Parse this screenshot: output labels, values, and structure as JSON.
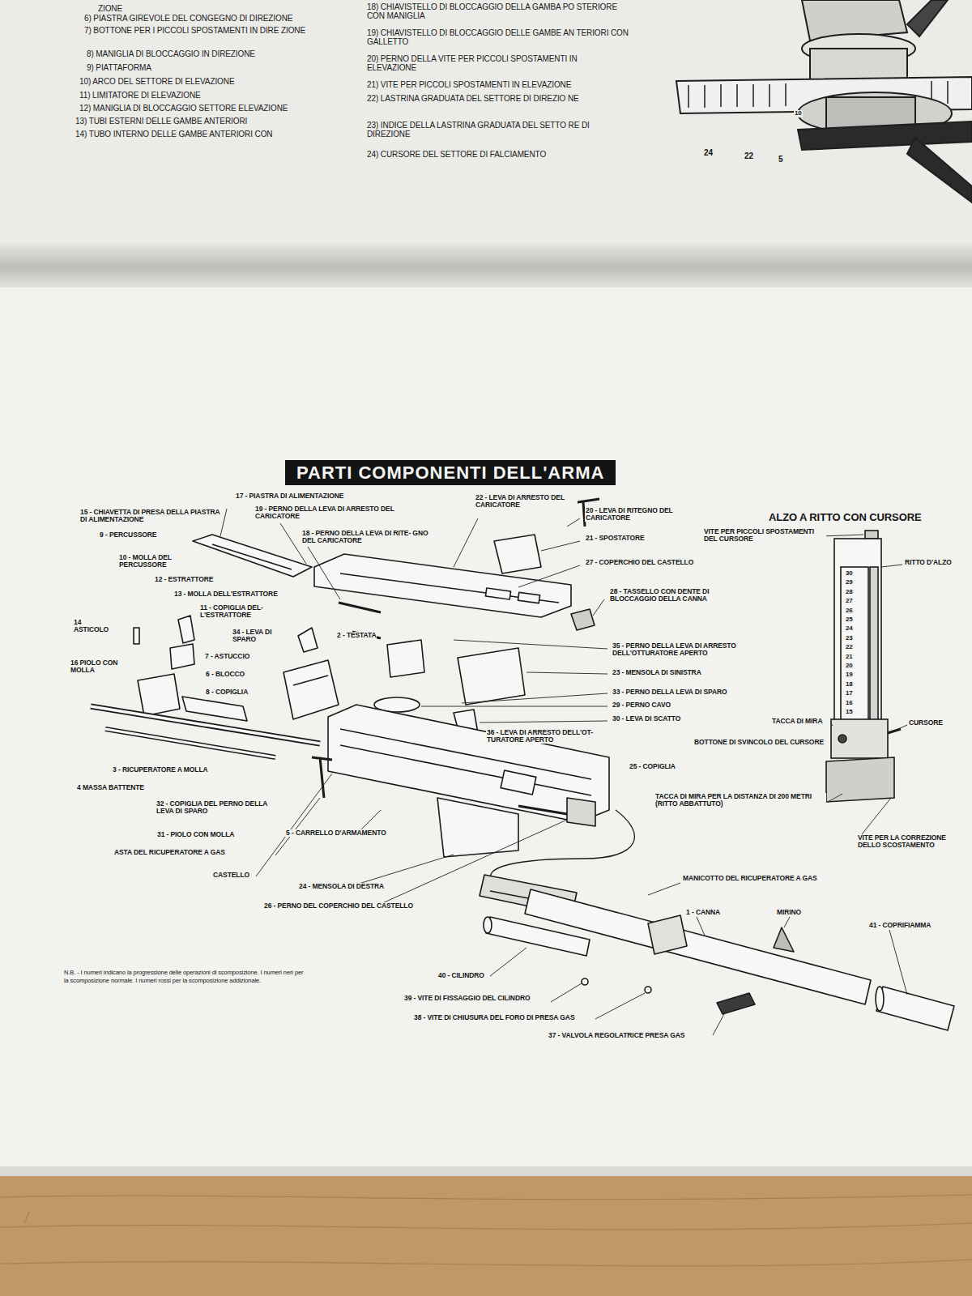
{
  "diagram": {
    "title": "PARTI COMPONENTI DELL'ARMA",
    "labels": [
      "ZIONE",
      "6) PIASTRA GIREVOLE DEL CONGEGNO DI DIREZIONE",
      "7) BOTTONE PER I PICCOLI SPOSTAMENTI IN DIRE ZIONE",
      "8) MANIGLIA DI BLOCCAGGIO IN DIREZIONE",
      "9) PIATTAFORMA",
      "10) ARCO DEL SETTORE DI ELEVAZIONE",
      "11) LIMITATORE DI ELEVAZIONE",
      "12) MANIGLIA DI BLOCCAGGIO SETTORE ELEVAZIONE",
      "13) TUBI ESTERNI DELLE GAMBE ANTERIORI",
      "14) TUBO INTERNO DELLE GAMBE ANTERIORI CON",
      "18) CHIAVISTELLO DI BLOCCAGGIO DELLA GAMBA PO STERIORE CON MANIGLIA",
      "19) CHIAVISTELLO DI BLOCCAGGIO DELLE GAMBE AN TERIORI CON GALLETTO",
      "20) PERNO DELLA VITE PER PICCOLI SPOSTAMENTI IN ELEVAZIONE",
      "21) VITE PER PICCOLI SPOSTAMENTI IN ELEVAZIONE",
      "22) LASTRINA GRADUATA DEL SETTORE DI DIREZIO NE",
      "23) INDICE DELLA LASTRINA GRADUATA DEL SETTO RE DI DIREZIONE",
      "24) CURSORE DEL SETTORE DI FALCIAMENTO",
      "24",
      "22",
      "5",
      "10",
      "15 - CHIAVETTA DI PRESA DELLA PIASTRA DI ALIMENTAZIONE",
      "17 - PIASTRA DI ALIMENTAZIONE",
      "19 - PERNO DELLA LEVA DI ARRESTO DEL CARICATORE",
      "18 - PERNO DELLA LEVA DI RITE- GNO DEL CARICATORE",
      "9 - PERCUSSORE",
      "10 - MOLLA DEL PERCUSSORE",
      "12 - ESTRATTORE",
      "13 - MOLLA DELL'ESTRATTORE",
      "11 - COPIGLIA DEL- L'ESTRATTORE",
      "14 ASTICOLO",
      "34 - LEVA DI SPARO",
      "2 - TESTATA",
      "7 - ASTUCCIO",
      "16 PIOLO CON MOLLA",
      "6 - BLOCCO",
      "8 - COPIGLIA",
      "3 - RICUPERATORE A MOLLA",
      "4 MASSA BATTENTE",
      "32 - COPIGLIA DEL PERNO DELLA LEVA DI SPARO",
      "31 - PIOLO CON MOLLA",
      "ASTA DEL RICUPERATORE A GAS",
      "CASTELLO",
      "5 - CARRELLO D'ARMAMENTO",
      "24 - MENSOLA DI DESTRA",
      "26 - PERNO DEL COPERCHIO DEL CASTELLO",
      "22 - LEVA DI ARRESTO DEL CARICATORE",
      "20 - LEVA DI RITEGNO DEL CARICATORE",
      "21 - SPOSTATORE",
      "27 - COPERCHIO DEL CASTELLO",
      "28 - TASSELLO CON DENTE DI BLOCCAGGIO DELLA CANNA",
      "35 - PERNO DELLA LEVA DI ARRESTO DELL'OTTURATORE APERTO",
      "23 - MENSOLA DI SINISTRA",
      "33 - PERNO DELLA LEVA DI SPARO",
      "29 - PERNO CAVO",
      "30 - LEVA DI SCATTO",
      "36 - LEVA DI ARRESTO DELL'OT- TURATORE APERTO",
      "25 - COPIGLIA",
      "TACCA DI MIRA PER LA DISTANZA DI 200 METRI (RITTO ABBATTUTO)",
      "MANICOTTO DEL RICUPERATORE A GAS",
      "1 - CANNA",
      "MIRINO",
      "41 - COPRIFIAMMA",
      "40 - CILINDRO",
      "39 - VITE DI FISSAGGIO DEL CILINDRO",
      "38 - VITE DI CHIUSURA DEL FORO DI PRESA GAS",
      "37 - VALVOLA REGOLATRICE PRESA GAS",
      "ALZO A RITTO CON CURSORE",
      "VITE PER PICCOLI SPOSTAMENTI DEL CURSORE",
      "RITTO D'ALZO",
      "TACCA DI MIRA",
      "CURSORE",
      "BOTTONE DI SVINCOLO DEL CURSORE",
      "VITE PER LA CORREZIONE DELLO SCOSTAMENTO",
      "N.B. - I numeri indicano la progressione delle operazioni di scomposizione. I numeri neri per la scomposizione normale. I numeri rossi per la scomposizione addizionale.",
      "30",
      "29",
      "28",
      "27",
      "26",
      "25",
      "24",
      "23",
      "22",
      "21",
      "20",
      "19",
      "18",
      "17",
      "16",
      "15"
    ]
  }
}
